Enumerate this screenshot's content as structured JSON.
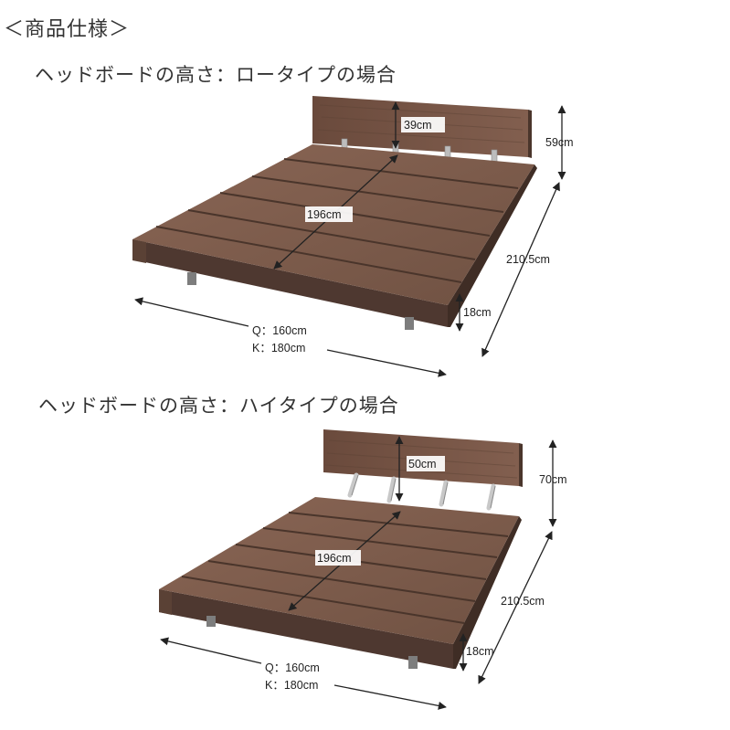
{
  "page_title": "＜商品仕様＞",
  "sections": [
    {
      "title": "ヘッドボードの高さ：ロータイプの場合",
      "dims": {
        "headboard_height": "39cm",
        "total_height": "59cm",
        "length_diag": "196cm",
        "total_length": "210.5cm",
        "frame_height": "18cm",
        "width_q": "Q：160cm",
        "width_k": "K：180cm"
      }
    },
    {
      "title": "ヘッドボードの高さ：ハイタイプの場合",
      "dims": {
        "headboard_height": "50cm",
        "total_height": "70cm",
        "length_diag": "196cm",
        "total_length": "210.5cm",
        "frame_height": "18cm",
        "width_q": "Q：160cm",
        "width_k": "K：180cm"
      }
    }
  ],
  "colors": {
    "wood_top": "#7a5a4a",
    "wood_dark": "#4f3a30",
    "wood_light": "#8c6a58",
    "metal": "#b9b9b9",
    "arrow": "#222222"
  }
}
